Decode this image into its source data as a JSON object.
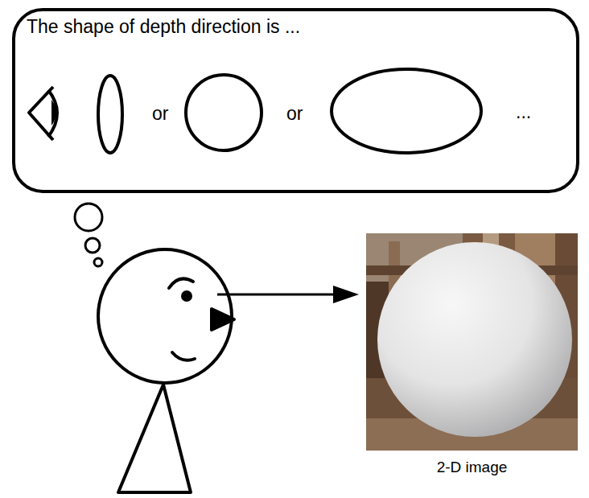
{
  "diagram": {
    "nodes": [
      {
        "text": [
          "The shape of depth direction is ...",
          "or",
          "or",
          "..."
        ]
      },
      {
        "text": [
          "2-D image"
        ]
      }
    ]
  }
}
